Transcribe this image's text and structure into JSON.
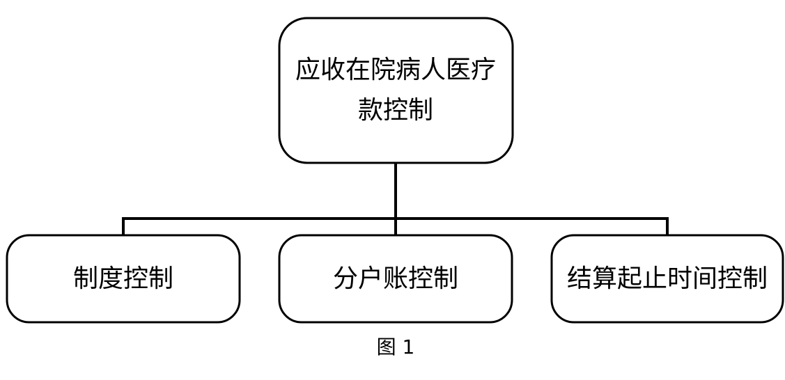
{
  "diagram": {
    "root": {
      "lines": [
        "应收在院病人医疗",
        "款控制"
      ]
    },
    "children": [
      {
        "label": "制度控制"
      },
      {
        "label": "分户账控制"
      },
      {
        "label": "结算起止时间控制"
      }
    ],
    "caption": "图 1"
  }
}
